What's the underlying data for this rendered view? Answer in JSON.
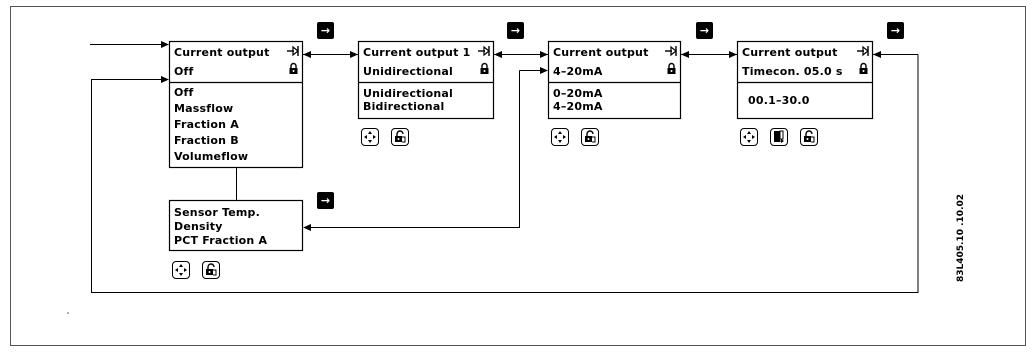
{
  "menu1": {
    "title": "Current output",
    "value": "Off",
    "options": [
      "Off",
      "Massflow",
      "Fraction A",
      "Fraction B",
      "Volumeflow"
    ],
    "extra_options": [
      "Sensor Temp.",
      "Density",
      "PCT Fraction A"
    ]
  },
  "menu2": {
    "title": "Current output 1",
    "value": "Unidirectional",
    "options": [
      "Unidirectional",
      "Bidirectional"
    ]
  },
  "menu3": {
    "title": "Current output",
    "value": "4–20mA",
    "options": [
      "0–20mA",
      "4–20mA"
    ]
  },
  "menu4": {
    "title": "Current output",
    "value": "Timecon. 05.0 s",
    "range": "00.1–30.0"
  },
  "enter_symbol": "→",
  "doc_code": "83L405.10 .10.02",
  "icons": {
    "exit": "exit-arrow-icon",
    "lock": "padlock-icon",
    "navigate": "four-way-arrows-icon",
    "unlock": "unlock-icon",
    "edit": "door-edit-icon"
  }
}
